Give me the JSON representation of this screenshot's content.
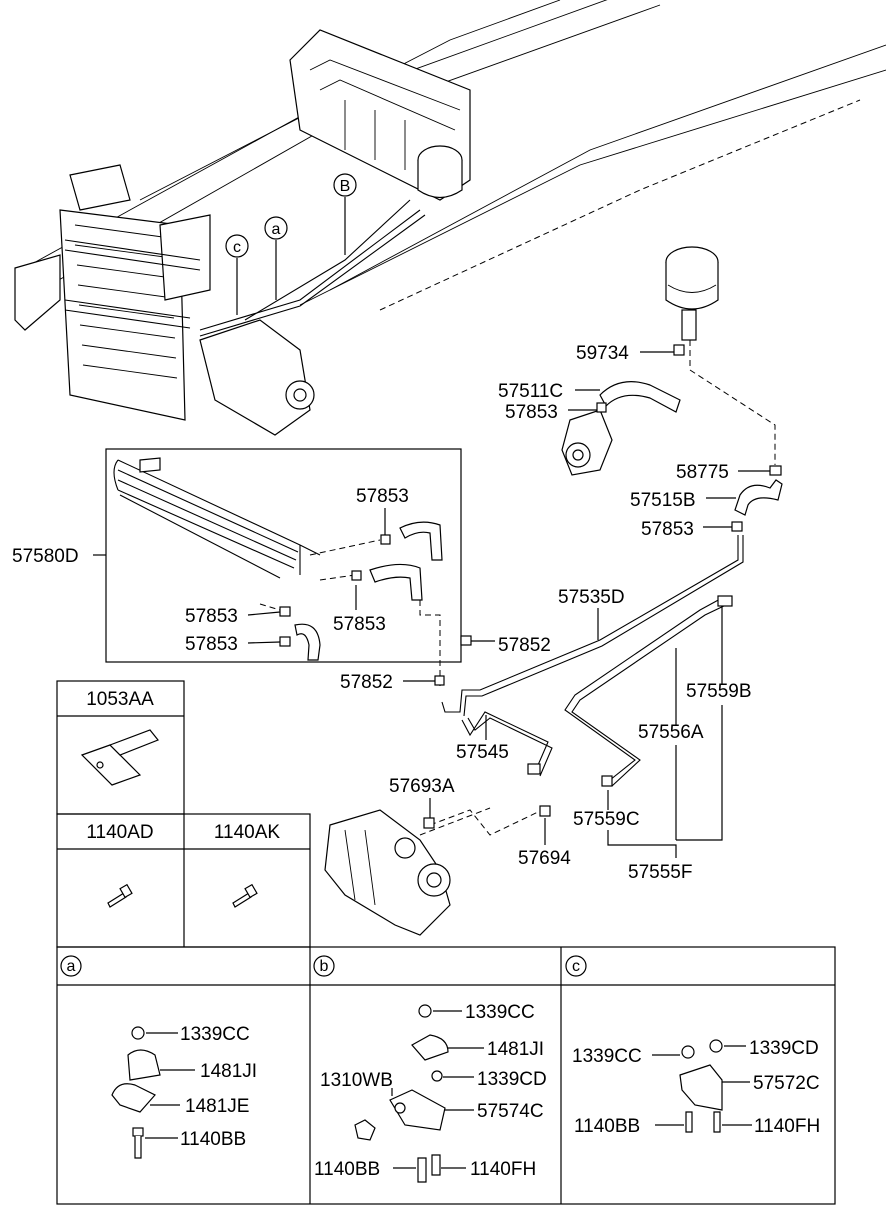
{
  "callouts": {
    "a": "a",
    "b": "B",
    "c": "c"
  },
  "parts": {
    "p59734": "59734",
    "p57511C": "57511C",
    "p57853_top": "57853",
    "p58775": "58775",
    "p57515B": "57515B",
    "p57853_mid": "57853",
    "p57580D": "57580D",
    "p57853_box1": "57853",
    "p57853_box2": "57853",
    "p57853_box3": "57853",
    "p57853_box4": "57853",
    "p57535D": "57535D",
    "p57852_a": "57852",
    "p57852_b": "57852",
    "p57559B": "57559B",
    "p57556A": "57556A",
    "p57545": "57545",
    "p57693A": "57693A",
    "p57559C": "57559C",
    "p57694": "57694",
    "p57555F": "57555F"
  },
  "legend": {
    "h1053AA": "1053AA",
    "h1140AD": "1140AD",
    "h1140AK": "1140AK"
  },
  "detail": {
    "a_tag": "a",
    "b_tag": "b",
    "c_tag": "c",
    "a": {
      "l1339CC": "1339CC",
      "l1481JI": "1481JI",
      "l1481JE": "1481JE",
      "l1140BB": "1140BB"
    },
    "b": {
      "l1339CC": "1339CC",
      "l1481JI": "1481JI",
      "l1310WB": "1310WB",
      "l1339CD": "1339CD",
      "l57574C": "57574C",
      "l1140BB": "1140BB",
      "l1140FH": "1140FH"
    },
    "c": {
      "l1339CC": "1339CC",
      "l1339CD": "1339CD",
      "l57572C": "57572C",
      "l1140BB": "1140BB",
      "l1140FH": "1140FH"
    }
  }
}
